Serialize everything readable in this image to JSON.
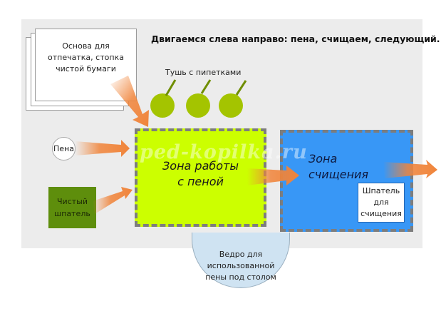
{
  "title": "Двигаемся слева направо: пена, счищаем, следующий.",
  "paper_stack": {
    "lines": [
      "Основа для",
      "отпечатка, стопка",
      "чистой бумаги"
    ]
  },
  "ink": {
    "label": "Тушь с пипетками",
    "count": 3,
    "color": "#a4c400"
  },
  "foam": {
    "label": "Пена"
  },
  "spatula": {
    "lines": [
      "Чистый",
      "шпатель"
    ],
    "color": "#5e8e0c"
  },
  "zone_foam": {
    "lines": [
      "Зона работы",
      "с пеной"
    ],
    "color": "#ccff00"
  },
  "zone_clean": {
    "lines": [
      "Зона",
      "счищения"
    ],
    "color": "#3897f6"
  },
  "clean_tool": {
    "lines": [
      "Шпатель",
      "для",
      "счищения"
    ]
  },
  "bucket": {
    "lines": [
      "Ведро для",
      "использованной",
      "пены под столом"
    ],
    "color": "#cfe3f2"
  },
  "watermark": "ped-kopilka.ru",
  "colors": {
    "arrow": "#f0843a",
    "panel": "#ececec",
    "dash_border": "#7d7d7d"
  }
}
